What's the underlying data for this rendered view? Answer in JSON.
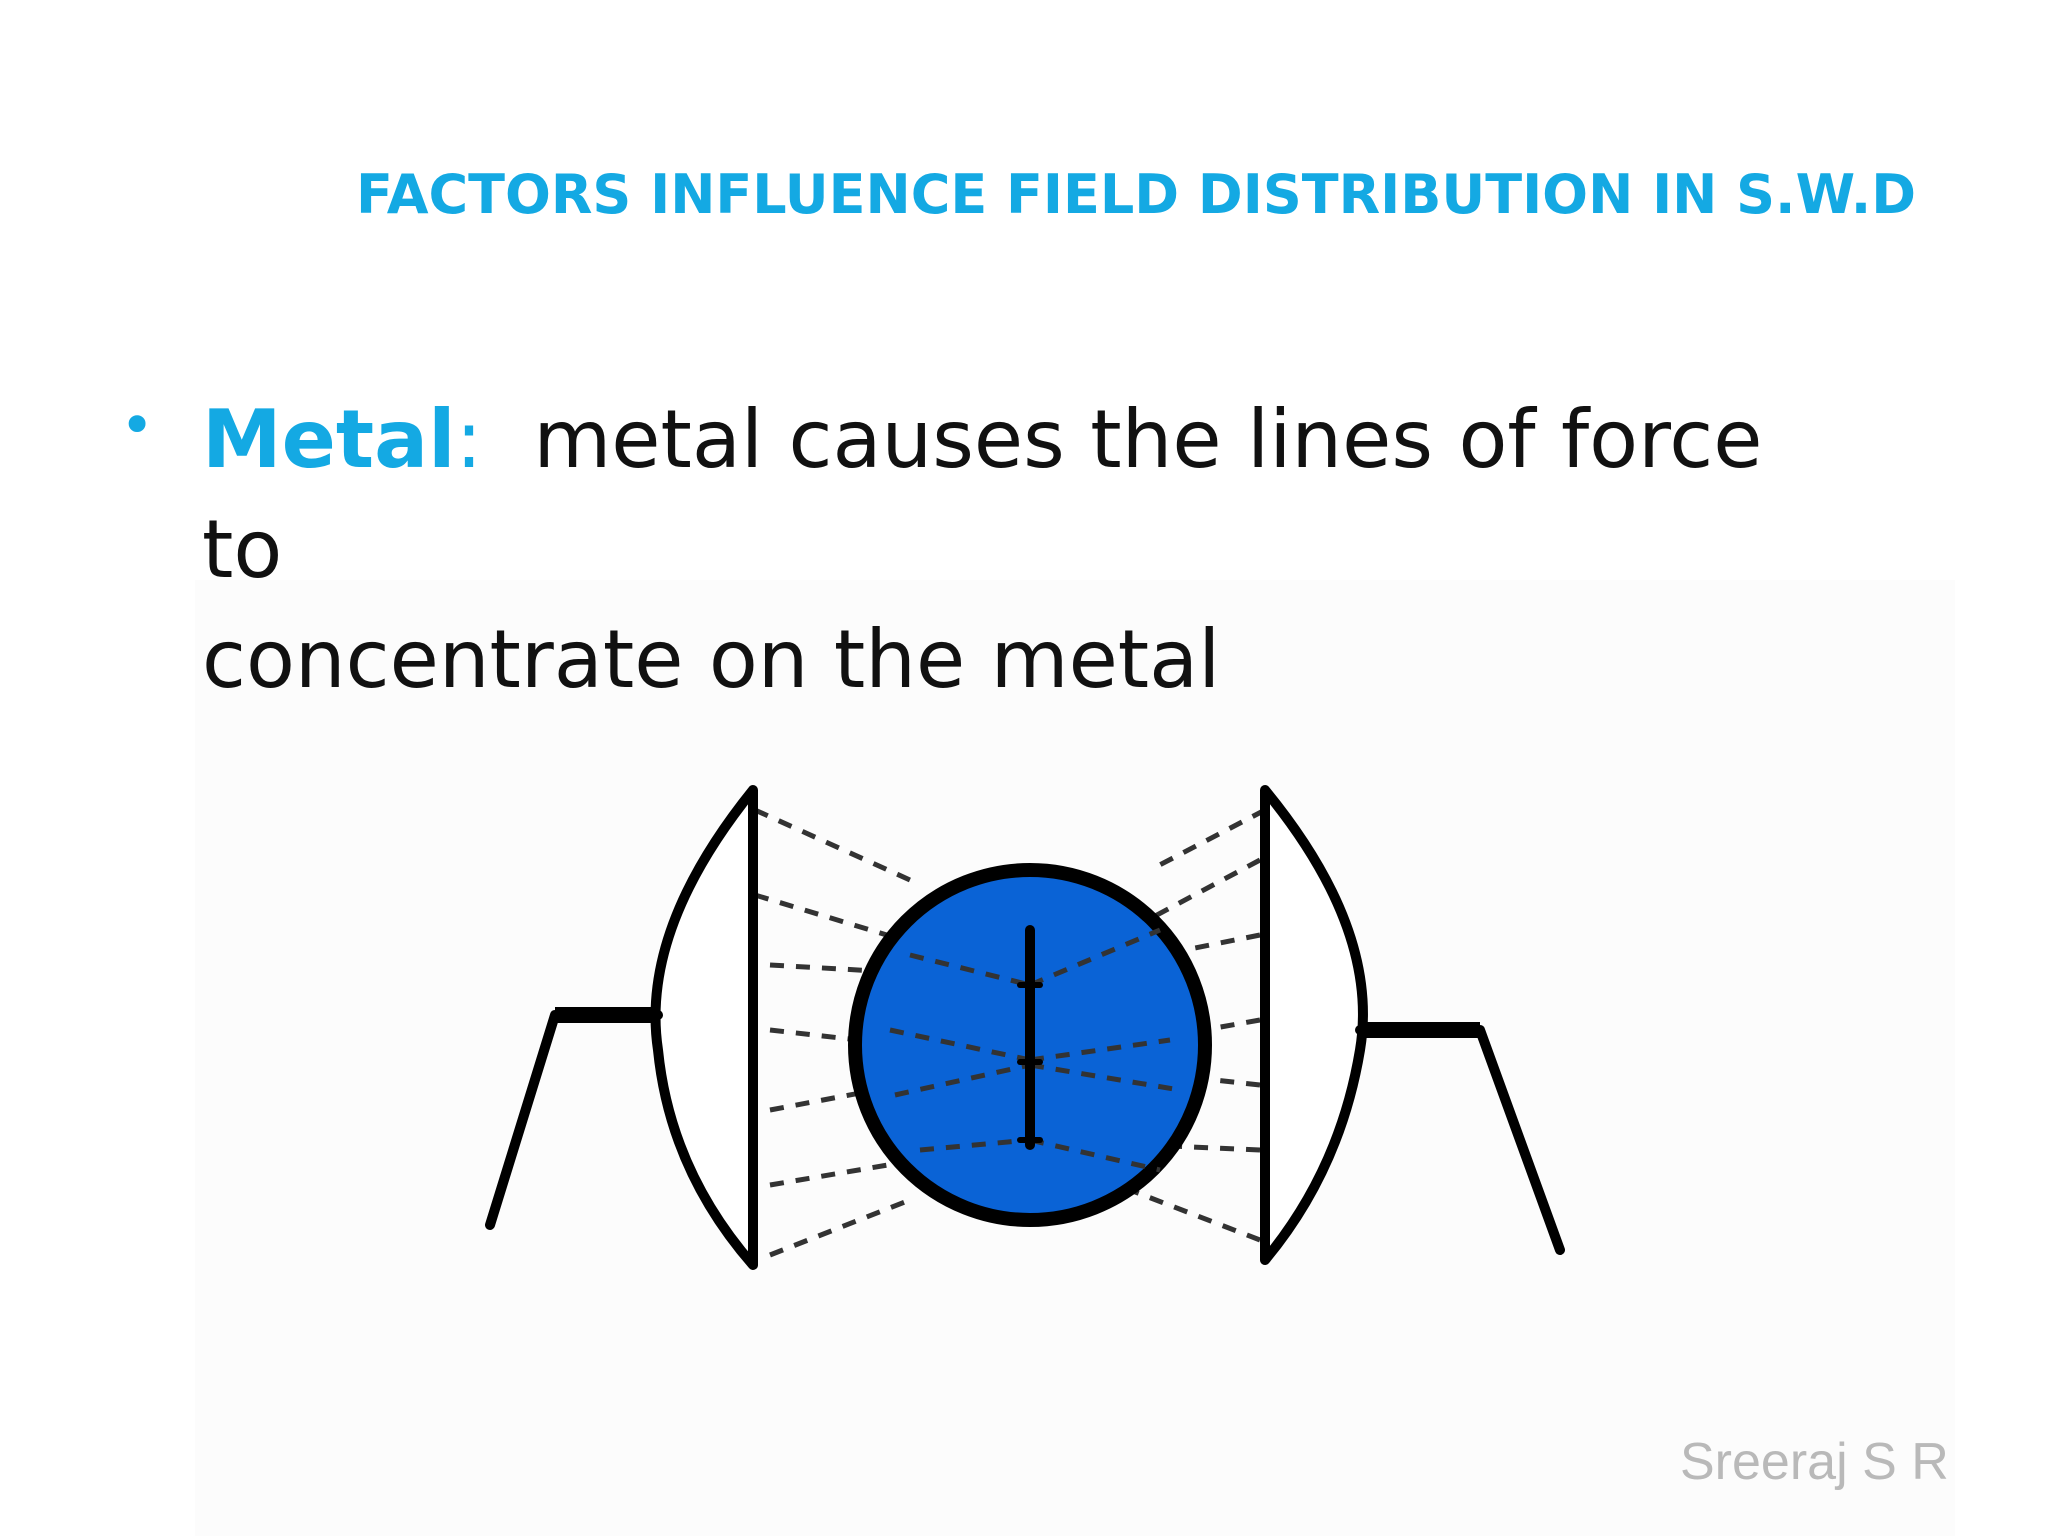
{
  "slide": {
    "title": "FACTORS INFLUENCE FIELD DISTRIBUTION IN S.W.D",
    "bullet": {
      "term": "Metal",
      "separator": ":",
      "text_line1": "metal causes the lines of force to",
      "text_line2": "concentrate on the metal"
    },
    "watermark": "Sreeraj S R"
  },
  "diagram": {
    "colors": {
      "tissue_fill": "#0a63d6",
      "outline": "#000000",
      "field_lines": "#333333",
      "title_accent": "#14a9e3"
    },
    "parts": [
      "left-electrode",
      "left-cable",
      "right-electrode",
      "right-cable",
      "tissue-circle",
      "metal-implant",
      "field-lines"
    ]
  }
}
